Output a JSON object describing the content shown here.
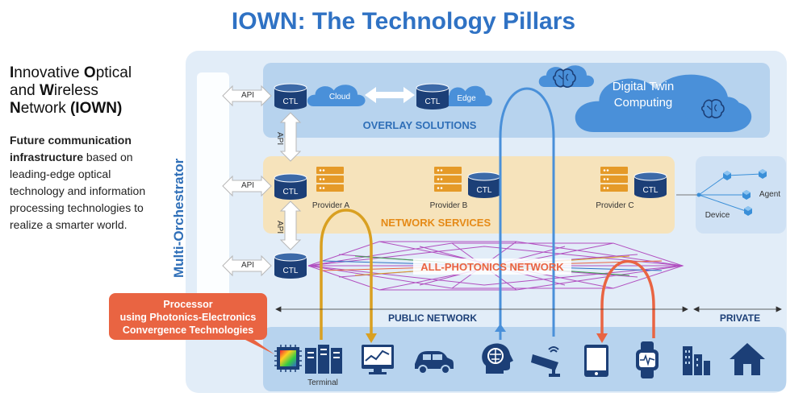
{
  "title": "IOWN: The Technology Pillars",
  "intro": {
    "line1": [
      {
        "b": "I"
      },
      {
        "t": "nnovative "
      },
      {
        "b": "O"
      },
      {
        "t": "ptical"
      }
    ],
    "line2": [
      {
        "t": "and "
      },
      {
        "b": "W"
      },
      {
        "t": "ireless"
      }
    ],
    "line3": [
      {
        "b": "N"
      },
      {
        "t": "etwork "
      },
      {
        "b": "(IOWN)"
      }
    ],
    "body_bold": "Future communication infrastructure",
    "body_rest": " based on leading-edge optical technology and information processing technologies to realize a smarter world."
  },
  "orchestrator": "Multi-Orchestrator",
  "api_label": "API",
  "ctl_label": "CTL",
  "overlay": {
    "label": "OVERLAY SOLUTIONS",
    "cloud": "Cloud",
    "edge": "Edge",
    "digital_twin": "Digital Twin Computing"
  },
  "network_services": {
    "label": "NETWORK SERVICES",
    "provider_a": "Provider A",
    "provider_b": "Provider B",
    "provider_c": "Provider C"
  },
  "apn": "ALL-PHOTONICS NETWORK",
  "public_network": "PUBLIC NETWORK",
  "private": "PRIVATE",
  "device_panel": {
    "device": "Device",
    "agent": "Agent"
  },
  "processor": "Processor using Photonics-Electronics Convergence Technologies",
  "processor_lines": [
    "Processor",
    "using Photonics-Electronics",
    "Convergence Technologies"
  ],
  "terminal": "Terminal",
  "devices": [
    "chip-icon",
    "server-rack-icon",
    "monitor-icon",
    "car-icon",
    "ai-head-icon",
    "security-camera-icon",
    "tablet-icon",
    "smartwatch-icon",
    "buildings-icon",
    "house-icon"
  ],
  "colors": {
    "title": "#2f72c4",
    "overlay": "#b7d3ee",
    "services": "#f6e3bb",
    "outer": "#e2edf8",
    "apn": "#b14fc0",
    "orange": "#e96442",
    "gold": "#d9a021",
    "blue": "#4a90d9",
    "navy": "#1c3f77"
  }
}
